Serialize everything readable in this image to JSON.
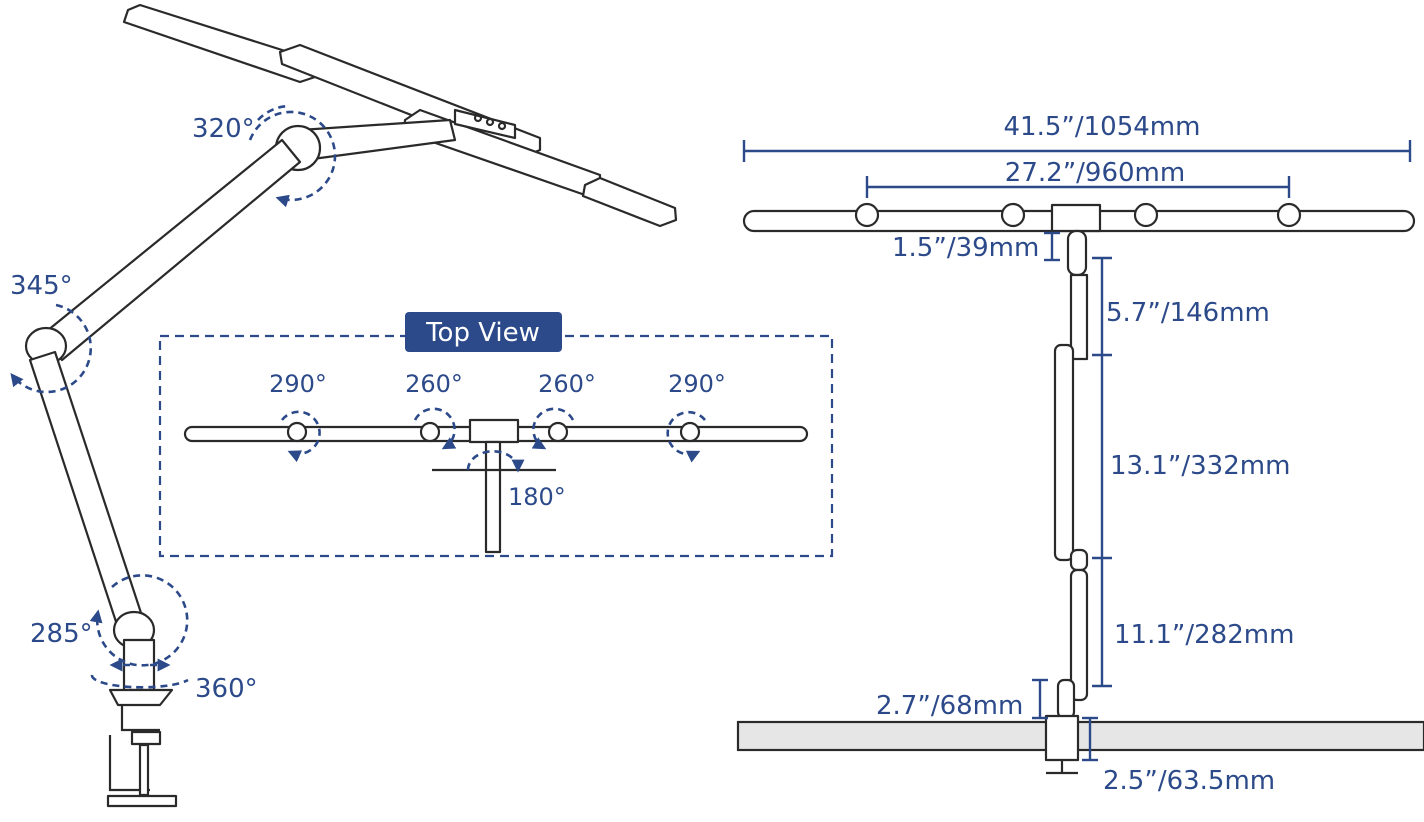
{
  "left_view": {
    "rotations": {
      "top_joint": "320°",
      "elbow_joint": "345°",
      "base_joint": "285°",
      "base_swivel": "360°"
    }
  },
  "top_view": {
    "title": "Top View",
    "rotations": [
      "290°",
      "260°",
      "260°",
      "290°"
    ],
    "center_rotation": "180°"
  },
  "front_view": {
    "dimensions": {
      "total_width": "41.5”/1054mm",
      "inner_width": "27.2”/960mm",
      "hub_offset": "1.5”/39mm",
      "upper_arm": "5.7”/146mm",
      "middle_arm": "13.1”/332mm",
      "lower_arm": "11.1”/282mm",
      "base_height": "2.7”/68mm",
      "clamp_range": "2.5”/63.5mm"
    }
  },
  "colors": {
    "accent": "#2c4a8a",
    "line": "#2a2a2a",
    "desk": "#e6e6e6"
  }
}
